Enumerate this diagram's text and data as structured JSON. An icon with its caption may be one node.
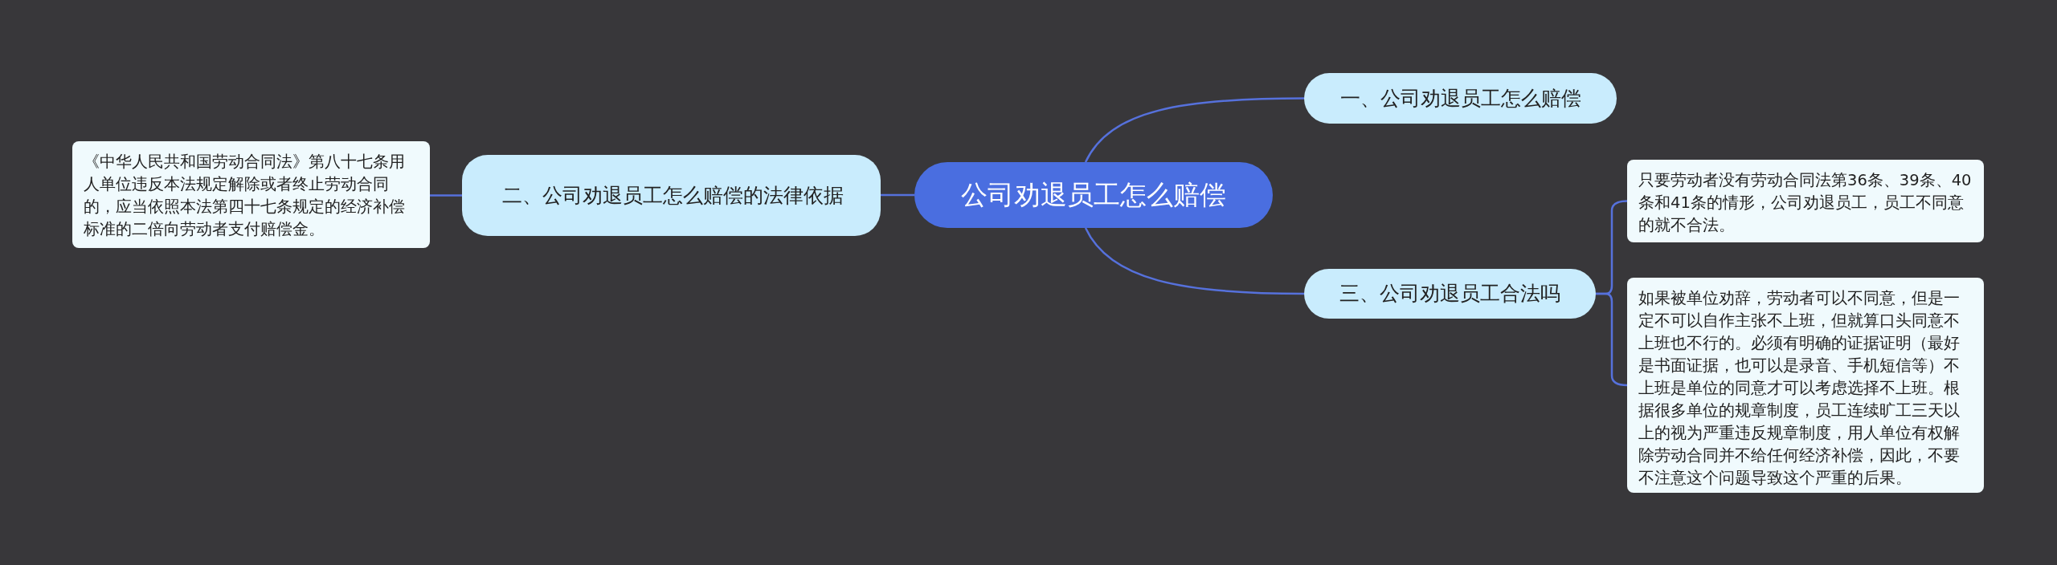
{
  "diagram": {
    "nodes": [
      {
        "text": [
          "公司劝退员工怎么赔偿"
        ]
      },
      {
        "text": [
          "一、公司劝退员工怎么赔偿"
        ]
      },
      {
        "text": [
          "二、公司劝退员工怎么赔偿的法律依据"
        ]
      },
      {
        "text": [
          "《中华人民共和国劳动合同法》第八十七条用人单位违反本法规定解除或者终止劳动合同的，应当依照本法第四十七条规定的经济补偿标准的二倍向劳动者支付赔偿金。"
        ]
      },
      {
        "text": [
          "三、公司劝退员工合法吗"
        ]
      },
      {
        "text": [
          "只要劳动者没有劳动合同法第36条、39条、40条和41条的情形，公司劝退员工，员工不同意的就不合法。"
        ]
      },
      {
        "text": [
          "如果被单位劝辞，劳动者可以不同意，但是一定不可以自作主张不上班，但就算口头同意不上班也不行的。必须有明确的证据证明（最好是书面证据，也可以是录音、手机短信等）不上班是单位的同意才可以考虑选择不上班。根据很多单位的规章制度，员工连续旷工三天以上的视为严重违反规章制度，用人单位有权解除劳动合同并不给任何经济补偿，因此，不要不注意这个问题导致这个严重的后果。"
        ]
      }
    ],
    "edges": [
      {
        "from": 0,
        "to": 1,
        "arrow": "none"
      },
      {
        "from": 0,
        "to": 2,
        "arrow": "none"
      },
      {
        "from": 2,
        "to": 3,
        "arrow": "none"
      },
      {
        "from": 0,
        "to": 4,
        "arrow": "none"
      },
      {
        "from": 4,
        "to": 5,
        "arrow": "none"
      },
      {
        "from": 4,
        "to": 6,
        "arrow": "none"
      }
    ]
  }
}
